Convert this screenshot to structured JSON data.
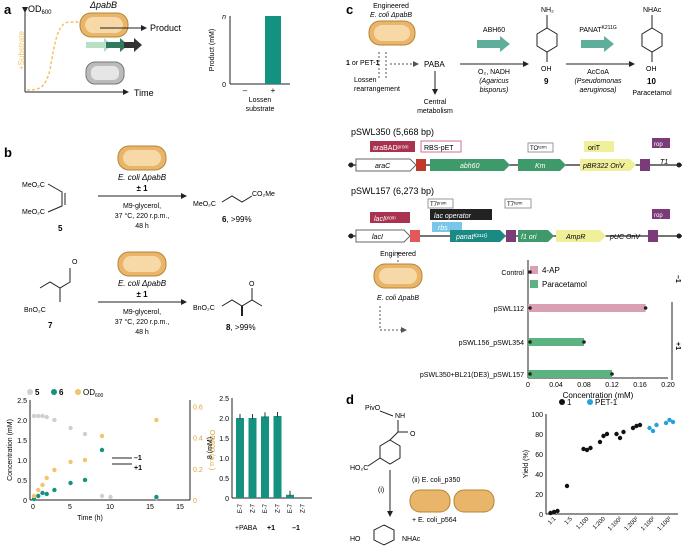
{
  "panels": {
    "a": {
      "letter": "a",
      "od_label": "OD",
      "od_sub": "600",
      "strain_label": "ΔpabB",
      "substrate_label": "+Substrate",
      "product_label": "Product",
      "time_label": "Time",
      "chart_data": {
        "type": "bar",
        "categories": [
          "–",
          "+"
        ],
        "values": [
          0,
          1
        ],
        "ylabel": "Product (mM)",
        "ytick_labels": [
          "0",
          "n"
        ],
        "xlabel": "Lossen substrate",
        "ylim": [
          0,
          1
        ],
        "bar_color": "#14917f"
      }
    },
    "b": {
      "letter": "b",
      "rxn1": {
        "strain": "E. coli ΔpabB",
        "reagent": "± 1",
        "conditions": [
          "M9-glycerol,",
          "37 °C, 220 r.p.m.,",
          "48 h"
        ],
        "sm_label": "5",
        "sm_groups": [
          "MeO₂C",
          "MeO₂C"
        ],
        "product_group": "CO₂Me",
        "product_group2": "MeO₂C",
        "product_label": "6",
        "yield": ", >99%"
      },
      "rxn2": {
        "strain": "E. coli ΔpabB",
        "reagent": "± 1",
        "conditions": [
          "M9-glycerol,",
          "37 °C, 220 r.p.m.,",
          "48 h"
        ],
        "sm_label": "7",
        "sm_group": "BnO₂C",
        "product_group": "BnO₂C",
        "product_label": "8",
        "yield": ", >99%",
        "o_label": "O"
      },
      "time_chart": {
        "legend": [
          {
            "label": "5",
            "color": "#cfcfcf"
          },
          {
            "label": "6",
            "color": "#14917f"
          },
          {
            "label": "OD",
            "sub": "600",
            "color": "#f2c46b"
          }
        ],
        "ylabel": "Concentration (mM)",
        "y2label": "OD600 (a.u.)",
        "xlabel": "Time (h)",
        "yticks": [
          "0",
          "0.5",
          "1.0",
          "1.5",
          "2.0",
          "2.5"
        ],
        "y2ticks": [
          "0",
          "0.2",
          "0.4",
          "0.6"
        ],
        "xticks": [
          "0",
          "5",
          "10",
          "15",
          "15"
        ],
        "minus1": "–1",
        "plus1": "+1"
      },
      "chart_data": {
        "type": "bar",
        "categories": [
          "E-7",
          "Z-7",
          "E-7",
          "Z-7",
          "E-7",
          "Z-7"
        ],
        "group_labels": [
          "+PABA",
          "+1",
          "–1"
        ],
        "values": [
          2.0,
          2.0,
          2.04,
          2.05,
          0.08,
          0.0
        ],
        "ylabel": "8 (mM)",
        "yticks": [
          "0",
          "0.5",
          "1.0",
          "1.5",
          "2.0",
          "2.5"
        ],
        "ylim": [
          0,
          2.5
        ],
        "bar_color": "#14917f"
      }
    },
    "c": {
      "letter": "c",
      "engineered": "Engineered",
      "strain": "E. coli ΔpabB",
      "start": "1 or PET-1",
      "paba": "PABA",
      "lossen": [
        "Lossen",
        "rearrangement"
      ],
      "central": [
        "Central",
        "metabolism"
      ],
      "enzyme1": "ABH60",
      "cond1": [
        "O₂, NADH",
        "(Agaricus",
        "bisporus)"
      ],
      "cmpd9": "9",
      "nh2": "NH₂",
      "oh": "OH",
      "enzyme2": "PANAT",
      "enzyme2_sup": "K211G",
      "cond2": [
        "AcCoA",
        "(Pseudomonas",
        "aeruginosa)"
      ],
      "nhac": "NHAc",
      "cmpd10": "10",
      "paracetamol": "Paracetamol",
      "plasmid1": "pSWL350 (5,668 bp)",
      "plasmid1_parts": {
        "arabad": "araBADᵖʳᵒᵐ",
        "rbs": "RBS-pET",
        "to": "TOᵗᵉʳᵐ",
        "orit": "oriT",
        "rop": "rop",
        "arac": "araC",
        "abh60": "abh60",
        "km": "Km",
        "pbr": "pBR322 OriV",
        "t1": "T1"
      },
      "plasmid2": "pSWL157 (6,273 bp)",
      "plasmid2_parts": {
        "t7prom": "T7ᵖʳᵒᵐ",
        "lacop": "lac operator",
        "t7term": "T7ᵗᵉʳᵐ",
        "laciprom": "lacIᵖʳᵒᵐ",
        "rbs": "rbs",
        "laci": "lacI",
        "panat": "panatᴷ²¹¹ᴳ",
        "f1": "f1 ori",
        "ampr": "AmpR",
        "puc": "pUC OriV",
        "rop": "rop"
      },
      "hbar": {
        "legend": [
          {
            "label": "4-AP",
            "color": "#d9a0b4"
          },
          {
            "label": "Paracetamol",
            "color": "#5cb37f"
          }
        ],
        "engineered": "Engineered",
        "strain": "E. coli ΔpabB",
        "xlabel": "Concentration (mM)",
        "xticks": [
          "0",
          "0.04",
          "0.08",
          "0.12",
          "0.16",
          "0.20"
        ],
        "group_minus": "–1",
        "group_plus": "+1"
      },
      "chart_data": {
        "type": "bar",
        "orientation": "horizontal",
        "categories": [
          "Control",
          "pSWL112",
          "pSWL156_pSWL354",
          "pSWL350+BL21(DE3)_pSWL157"
        ],
        "series": [
          {
            "name": "4-AP",
            "values": [
              0.0,
              0.168,
              0.0,
              0.0
            ]
          },
          {
            "name": "Paracetamol",
            "values": [
              0.0,
              0.0,
              0.08,
              0.12
            ]
          }
        ],
        "xlim": [
          0,
          0.2
        ]
      }
    },
    "d": {
      "letter": "d",
      "pivo": "PivO",
      "nh": "NH",
      "o": "O",
      "ho2c": "HO₂C",
      "step_i": "(i)",
      "step_ii": "(ii) E. coli_p350",
      "step_ii_b": "+ E. coli_p564",
      "ho": "HO",
      "nhac": "NHAc",
      "legend": [
        {
          "label": "1",
          "color": "#111111"
        },
        {
          "label": "PET-1",
          "color": "#2b9fd9"
        }
      ],
      "chart_data": {
        "type": "scatter",
        "ylabel": "Yield (%)",
        "ylim": [
          0,
          100
        ],
        "yticks": [
          "0",
          "20",
          "40",
          "60",
          "80",
          "100"
        ],
        "categories": [
          "1:1",
          "1:5",
          "1:100",
          "1:200",
          "1:100²",
          "1:200²",
          "1:100²",
          "1:100³"
        ],
        "series": [
          {
            "name": "1",
            "values": [
              [
                1,
                2,
                3
              ],
              [
                28
              ],
              [
                65,
                64,
                66
              ],
              [
                72,
                78,
                80
              ],
              [
                80,
                76,
                82
              ],
              [
                86,
                88,
                89
              ],
              [],
              []
            ]
          },
          {
            "name": "PET-1",
            "values": [
              [],
              [],
              [],
              [],
              [],
              [],
              [
                86,
                83,
                89
              ],
              [
                91,
                94,
                92
              ]
            ]
          }
        ]
      }
    }
  }
}
